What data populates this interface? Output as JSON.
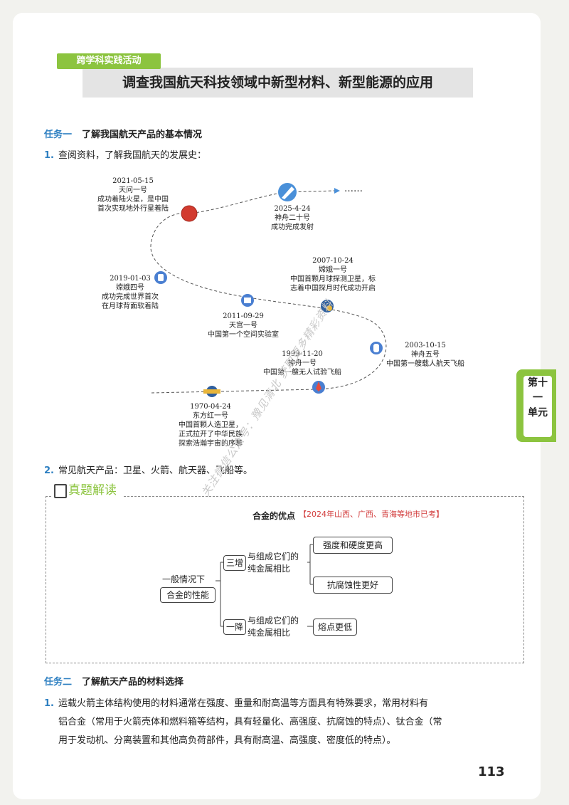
{
  "header": {
    "tag": "跨学科实践活动",
    "title": "调查我国航天科技领域中新型材料、新型能源的应用"
  },
  "task1": {
    "label": "任务一",
    "title": "了解我国航天产品的基本情况",
    "item1_num": "1.",
    "item1": "查阅资料，了解我国航天的发展史：",
    "item2_num": "2.",
    "item2": "常见航天产品：卫星、火箭、航天器、飞船等。"
  },
  "timeline": {
    "ellipsis": "……",
    "events": [
      {
        "date": "2021-05-15",
        "name": "天问一号",
        "desc1": "成功着陆火星，是中国",
        "desc2": "首次实现地外行星着陆"
      },
      {
        "date": "2025-4-24",
        "name": "神舟二十号",
        "desc1": "成功完成发射",
        "desc2": ""
      },
      {
        "date": "2007-10-24",
        "name": "嫦娥一号",
        "desc1": "中国首颗月球探测卫星，标",
        "desc2": "志着中国探月时代成功开启"
      },
      {
        "date": "2019-01-03",
        "name": "嫦娥四号",
        "desc1": "成功完成世界首次",
        "desc2": "在月球背面软着陆"
      },
      {
        "date": "2011-09-29",
        "name": "天宫一号",
        "desc1": "中国第一个空间实验室",
        "desc2": ""
      },
      {
        "date": "2003-10-15",
        "name": "神舟五号",
        "desc1": "中国第一艘载人航天飞船",
        "desc2": ""
      },
      {
        "date": "1999-11-20",
        "name": "神舟一号",
        "desc1": "中国第一艘无人试验飞船",
        "desc2": ""
      },
      {
        "date": "1970-04-24",
        "name": "东方红一号",
        "desc1": "中国首颗人造卫星，",
        "desc2": "正式拉开了中华民族",
        "desc3": "探索浩瀚宇宙的序幕"
      }
    ]
  },
  "side_tab": {
    "l1": "第",
    "l2": "十",
    "l3": "一",
    "l4": "单",
    "l5": "元"
  },
  "exam": {
    "label": "真题解读",
    "diagram_title": "合金的优点",
    "source": "【2024年山西、广西、青海等地市已考】",
    "root_line1": "一般情况下",
    "root_box": "合金的性能",
    "branch1": "三增",
    "branch1_text1": "与组成它们的",
    "branch1_text2": "纯金属相比",
    "leaf1": "强度和硬度更高",
    "leaf2": "抗腐蚀性更好",
    "branch2": "一降",
    "branch2_text1": "与组成它们的",
    "branch2_text2": "纯金属相比",
    "leaf3": "熔点更低"
  },
  "task2": {
    "label": "任务二",
    "title": "了解航天产品的材料选择",
    "item1_num": "1.",
    "line1": "运载火箭主体结构使用的材料通常在强度、重量和耐高温等方面具有特殊要求，常用材料有",
    "line2": "铝合金（常用于火箭壳体和燃料箱等结构，具有轻量化、高强度、抗腐蚀的特点）、钛合金（常",
    "line3": "用于发动机、分离装置和其他高负荷部件，具有耐高温、高强度、密度低的特点）。"
  },
  "watermark": "关注微信公众号：豫见清北 获取更多精彩资料",
  "page_number": "113",
  "colors": {
    "accent_green": "#8cc43f",
    "task_blue": "#2d7fc1",
    "source_red": "#d23b3b"
  }
}
